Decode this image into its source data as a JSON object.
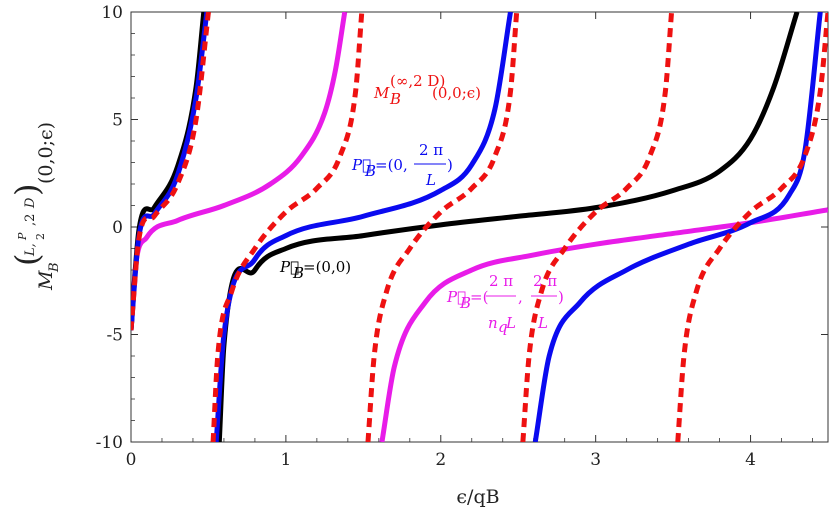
{
  "chart_data": {
    "type": "line",
    "xlabel": "ϵ/qB",
    "ylabel": "M_B^(L, P_B/2, 2D)(0,0;ϵ)",
    "xlim": [
      0,
      4.5
    ],
    "ylim": [
      -10,
      10
    ],
    "x_ticks": [
      0,
      1,
      2,
      3,
      4
    ],
    "x_tick_labels": [
      "0",
      "1",
      "2",
      "3",
      "4"
    ],
    "y_ticks": [
      -10,
      -5,
      0,
      5,
      10
    ],
    "y_tick_labels": [
      "-10",
      "-5",
      "0",
      "5",
      "10"
    ],
    "grid": false,
    "colors": {
      "black": "#000000",
      "blue": "#0a0af0",
      "magenta": "#e81ce8",
      "red": "#ee1111"
    },
    "series": [
      {
        "color": "#000000",
        "style": "solid",
        "branches": [
          {
            "x": [
              0.0,
              0.05,
              0.15,
              0.3,
              0.42,
              0.47
            ],
            "y": [
              -4.8,
              -0.2,
              0.9,
              2.8,
              6.5,
              10
            ]
          },
          {
            "x": [
              0.57,
              0.6,
              0.8,
              1.0,
              1.5,
              2.0,
              2.5,
              3.0,
              3.5,
              3.8,
              4.0,
              4.15,
              4.3
            ],
            "y": [
              -10,
              -5.5,
              -2.0,
              -1.0,
              -0.4,
              0.1,
              0.5,
              0.9,
              1.7,
              2.6,
              4.1,
              6.5,
              10
            ]
          }
        ]
      },
      {
        "color": "#0a0af0",
        "style": "solid",
        "branches": [
          {
            "x": [
              0.0,
              0.05,
              0.15,
              0.3,
              0.42,
              0.49
            ],
            "y": [
              -4.8,
              -0.5,
              0.6,
              2.4,
              6.0,
              10
            ]
          },
          {
            "x": [
              0.55,
              0.6,
              0.8,
              1.0,
              1.5,
              2.0,
              2.2,
              2.35,
              2.45
            ],
            "y": [
              -10,
              -5.0,
              -1.5,
              -0.4,
              0.5,
              1.7,
              2.9,
              5.5,
              10
            ]
          },
          {
            "x": [
              2.61,
              2.7,
              2.9,
              3.2,
              3.6,
              4.0,
              4.25,
              4.35,
              4.45
            ],
            "y": [
              -10,
              -6.0,
              -3.5,
              -2.0,
              -0.8,
              0.2,
              1.5,
              3.5,
              10
            ]
          }
        ]
      },
      {
        "color": "#e81ce8",
        "style": "solid",
        "branches": [
          {
            "x": [
              0.0,
              0.03,
              0.1,
              0.3,
              0.6,
              0.9,
              1.1,
              1.25,
              1.32,
              1.38
            ],
            "y": [
              -4.8,
              -1.8,
              -0.5,
              0.3,
              1.0,
              2.0,
              3.3,
              5.3,
              7.3,
              10
            ]
          },
          {
            "x": [
              1.62,
              1.7,
              1.9,
              2.2,
              2.6,
              3.0,
              3.5,
              4.0,
              4.5
            ],
            "y": [
              -10,
              -6.5,
              -3.5,
              -2.0,
              -1.3,
              -0.8,
              -0.3,
              0.2,
              0.8
            ]
          }
        ]
      },
      {
        "name": "M_B^(∞,2D)(0,0;ϵ)",
        "color": "#ee1111",
        "style": "dashed",
        "branches": [
          {
            "x": [
              0.0,
              0.05,
              0.15,
              0.3,
              0.42,
              0.5
            ],
            "y": [
              -4.8,
              -0.6,
              0.5,
              2.0,
              5.0,
              10
            ]
          },
          {
            "x": [
              0.53,
              0.56,
              0.65,
              0.8,
              1.0,
              1.2,
              1.35,
              1.45,
              1.49
            ],
            "y": [
              -10,
              -6.0,
              -3.0,
              -1.0,
              0.7,
              1.8,
              3.3,
              6.3,
              10
            ]
          },
          {
            "x": [
              1.53,
              1.57,
              1.65,
              1.8,
              2.0,
              2.2,
              2.35,
              2.45,
              2.49
            ],
            "y": [
              -10,
              -6.0,
              -3.0,
              -1.0,
              0.7,
              1.8,
              3.3,
              6.3,
              10
            ]
          },
          {
            "x": [
              2.53,
              2.57,
              2.65,
              2.8,
              3.0,
              3.2,
              3.35,
              3.45,
              3.49
            ],
            "y": [
              -10,
              -6.0,
              -3.0,
              -1.0,
              0.7,
              1.8,
              3.3,
              6.3,
              10
            ]
          },
          {
            "x": [
              3.53,
              3.57,
              3.65,
              3.8,
              4.0,
              4.2,
              4.35,
              4.45,
              4.5
            ],
            "y": [
              -10,
              -6.0,
              -3.0,
              -1.0,
              0.7,
              1.8,
              3.3,
              6.3,
              10
            ]
          }
        ]
      }
    ],
    "annotations": [
      {
        "id": "ann-red",
        "color": "#ee1111",
        "text": "M",
        "sub": "B",
        "sup": "(∞,2 D)",
        "tail": "(0,0;ϵ)"
      },
      {
        "id": "ann-blue",
        "color": "#0a0af0",
        "lines": [
          "2 π",
          "P",
          "B",
          "=(0,",
          ")",
          "L"
        ]
      },
      {
        "id": "ann-black",
        "color": "#000000",
        "lines": [
          "P",
          "B",
          "=(0,0)"
        ]
      },
      {
        "id": "ann-magenta",
        "color": "#e81ce8",
        "lines": [
          "2 π",
          "2 π",
          "P",
          "B",
          "=(",
          ",",
          ")",
          "n",
          "q",
          "L",
          "L"
        ]
      }
    ]
  }
}
